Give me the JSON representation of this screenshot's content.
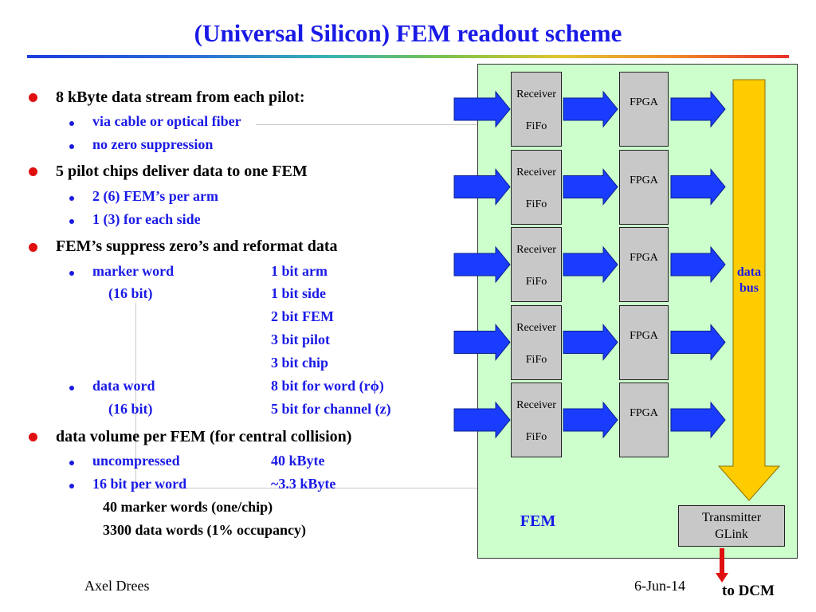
{
  "title": "(Universal Silicon) FEM readout scheme",
  "bullets": [
    {
      "text": "8 kByte data stream from each pilot:",
      "sub": [
        "via cable or optical fiber",
        "no zero suppression"
      ]
    },
    {
      "text": "5 pilot chips deliver data to one FEM",
      "sub": [
        "2 (6) FEM’s per arm",
        "1 (3) for each side"
      ]
    },
    {
      "text": "FEM’s suppress zero’s and reformat data",
      "marker_word": {
        "label": "marker word",
        "bits_label": "(16 bit)",
        "fields": [
          "1 bit arm",
          "1 bit side",
          "2 bit FEM",
          "3 bit pilot",
          "3 bit chip"
        ]
      },
      "data_word": {
        "label": "data word",
        "bits_label": "(16 bit)",
        "fields": [
          "8 bit for word (rϕ)",
          "5 bit for channel (z)"
        ]
      }
    },
    {
      "text": "data volume per FEM (for central collision)",
      "sub": [
        {
          "label": "uncompressed",
          "value": "40  kByte"
        },
        {
          "label": "16 bit per word",
          "value": "~3.3  kByte"
        }
      ],
      "notes": [
        "40 marker words (one/chip)",
        "3300 data words (1% occupancy)"
      ]
    }
  ],
  "diagram": {
    "receiver_label": "Receiver",
    "fifo_label": "FiFo",
    "fpga_label": "FPGA",
    "channels": 5,
    "bus_label": [
      "data",
      "bus"
    ],
    "fem_label": "FEM",
    "transmitter_label": [
      "Transmitter",
      "GLink"
    ],
    "output_label": "to DCM"
  },
  "footer": {
    "author": "Axel Drees",
    "date": "6-Jun-14"
  },
  "colors": {
    "title": "#1a1ae6",
    "bullet_red": "#e01010",
    "fem_bg": "#ccffcc",
    "arrow_blue": "#1a3cff",
    "bus_yellow": "#ffcc00"
  }
}
